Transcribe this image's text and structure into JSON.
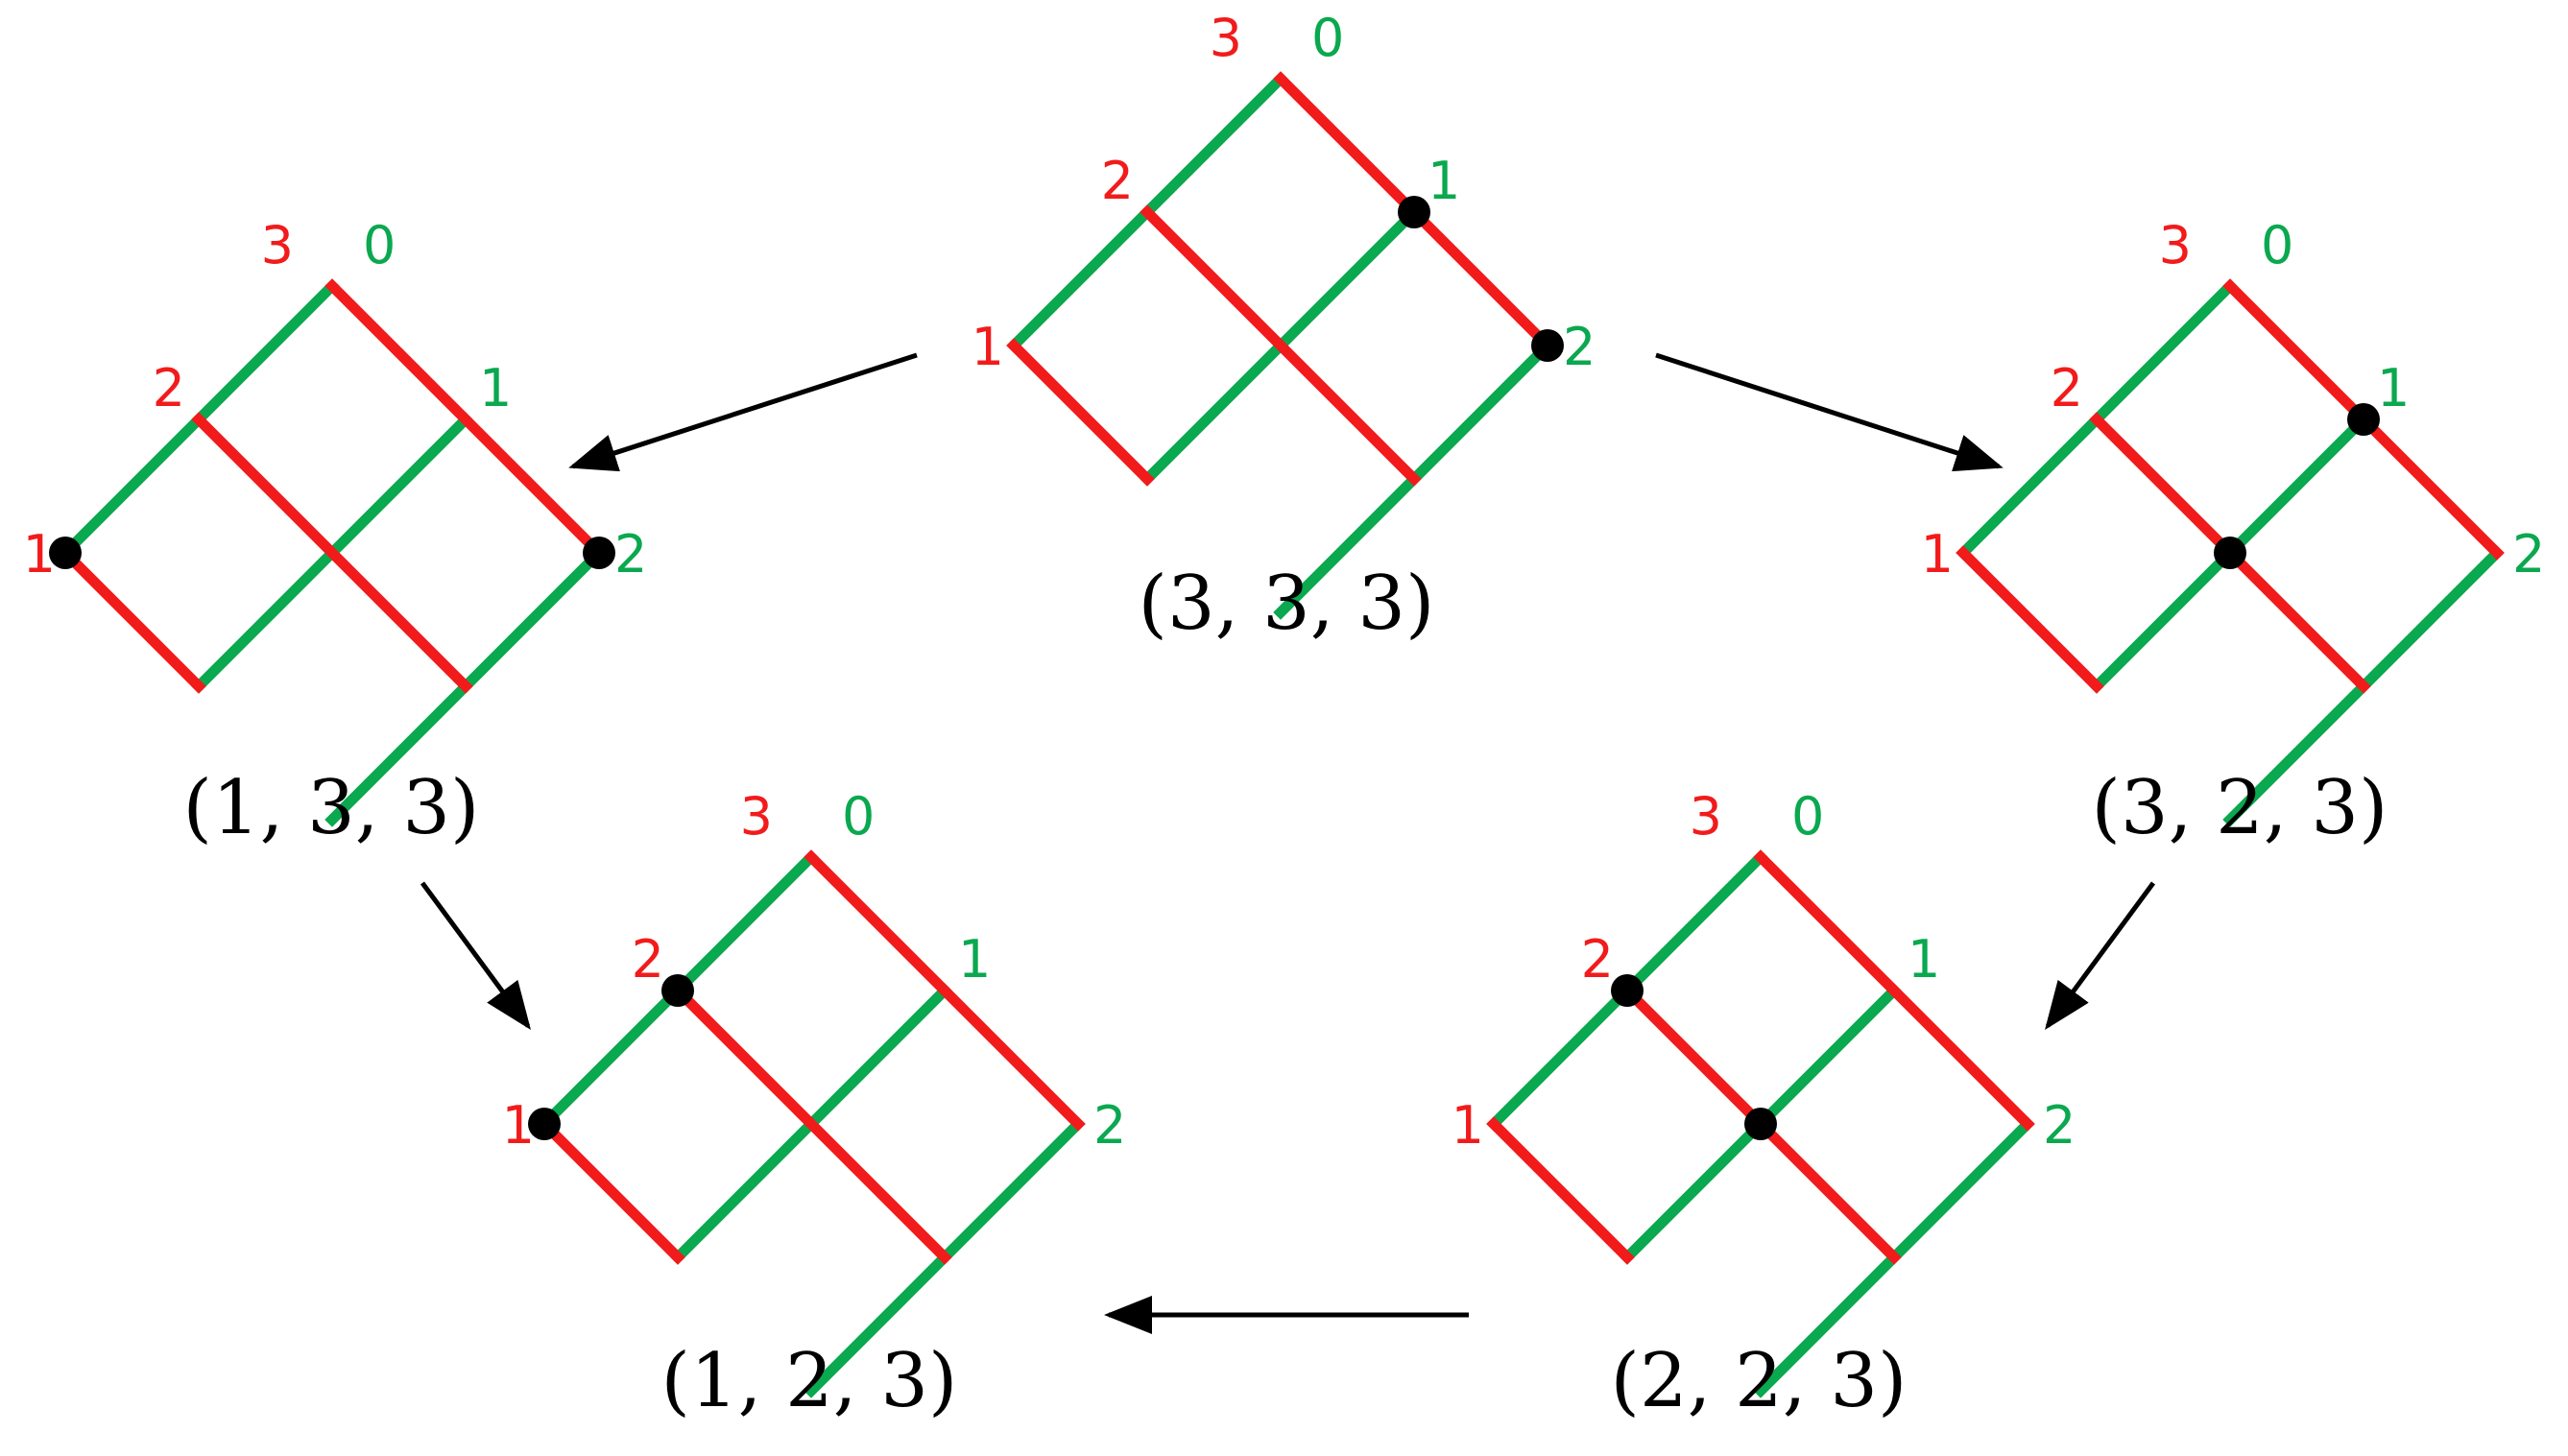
{
  "colors": {
    "red": "#f21b1b",
    "green": "#0aa84f",
    "black": "#000000",
    "background": "#ffffff"
  },
  "diagrams": [
    {
      "id": "top-center",
      "caption": "(3, 3, 3)",
      "labels": {
        "red_top": "3",
        "green_top": "0",
        "red_left": "2",
        "red_far": "1",
        "green_right": "1",
        "green_far": "2"
      },
      "dots": [
        "right-upper",
        "right-far"
      ]
    },
    {
      "id": "upper-left",
      "caption": "(1, 3, 3)",
      "labels": {
        "red_top": "3",
        "green_top": "0",
        "red_left": "2",
        "red_far": "1",
        "green_right": "1",
        "green_far": "2"
      },
      "dots": [
        "left-far",
        "right-far"
      ]
    },
    {
      "id": "upper-right",
      "caption": "(3, 2, 3)",
      "labels": {
        "red_top": "3",
        "green_top": "0",
        "red_left": "2",
        "red_far": "1",
        "green_right": "1",
        "green_far": "2"
      },
      "dots": [
        "right-upper",
        "center"
      ]
    },
    {
      "id": "lower-right",
      "caption": "(2, 2, 3)",
      "labels": {
        "red_top": "3",
        "green_top": "0",
        "red_left": "2",
        "red_far": "1",
        "green_right": "1",
        "green_far": "2"
      },
      "dots": [
        "left-upper",
        "center"
      ]
    },
    {
      "id": "lower-left",
      "caption": "(1, 2, 3)",
      "labels": {
        "red_top": "3",
        "green_top": "0",
        "red_left": "2",
        "red_far": "1",
        "green_right": "1",
        "green_far": "2"
      },
      "dots": [
        "left-upper",
        "left-far"
      ]
    }
  ],
  "arrows": [
    {
      "from": "top-center",
      "to": "upper-left"
    },
    {
      "from": "top-center",
      "to": "upper-right"
    },
    {
      "from": "upper-left",
      "to": "lower-left"
    },
    {
      "from": "upper-right",
      "to": "lower-right"
    },
    {
      "from": "lower-right",
      "to": "lower-left"
    }
  ]
}
